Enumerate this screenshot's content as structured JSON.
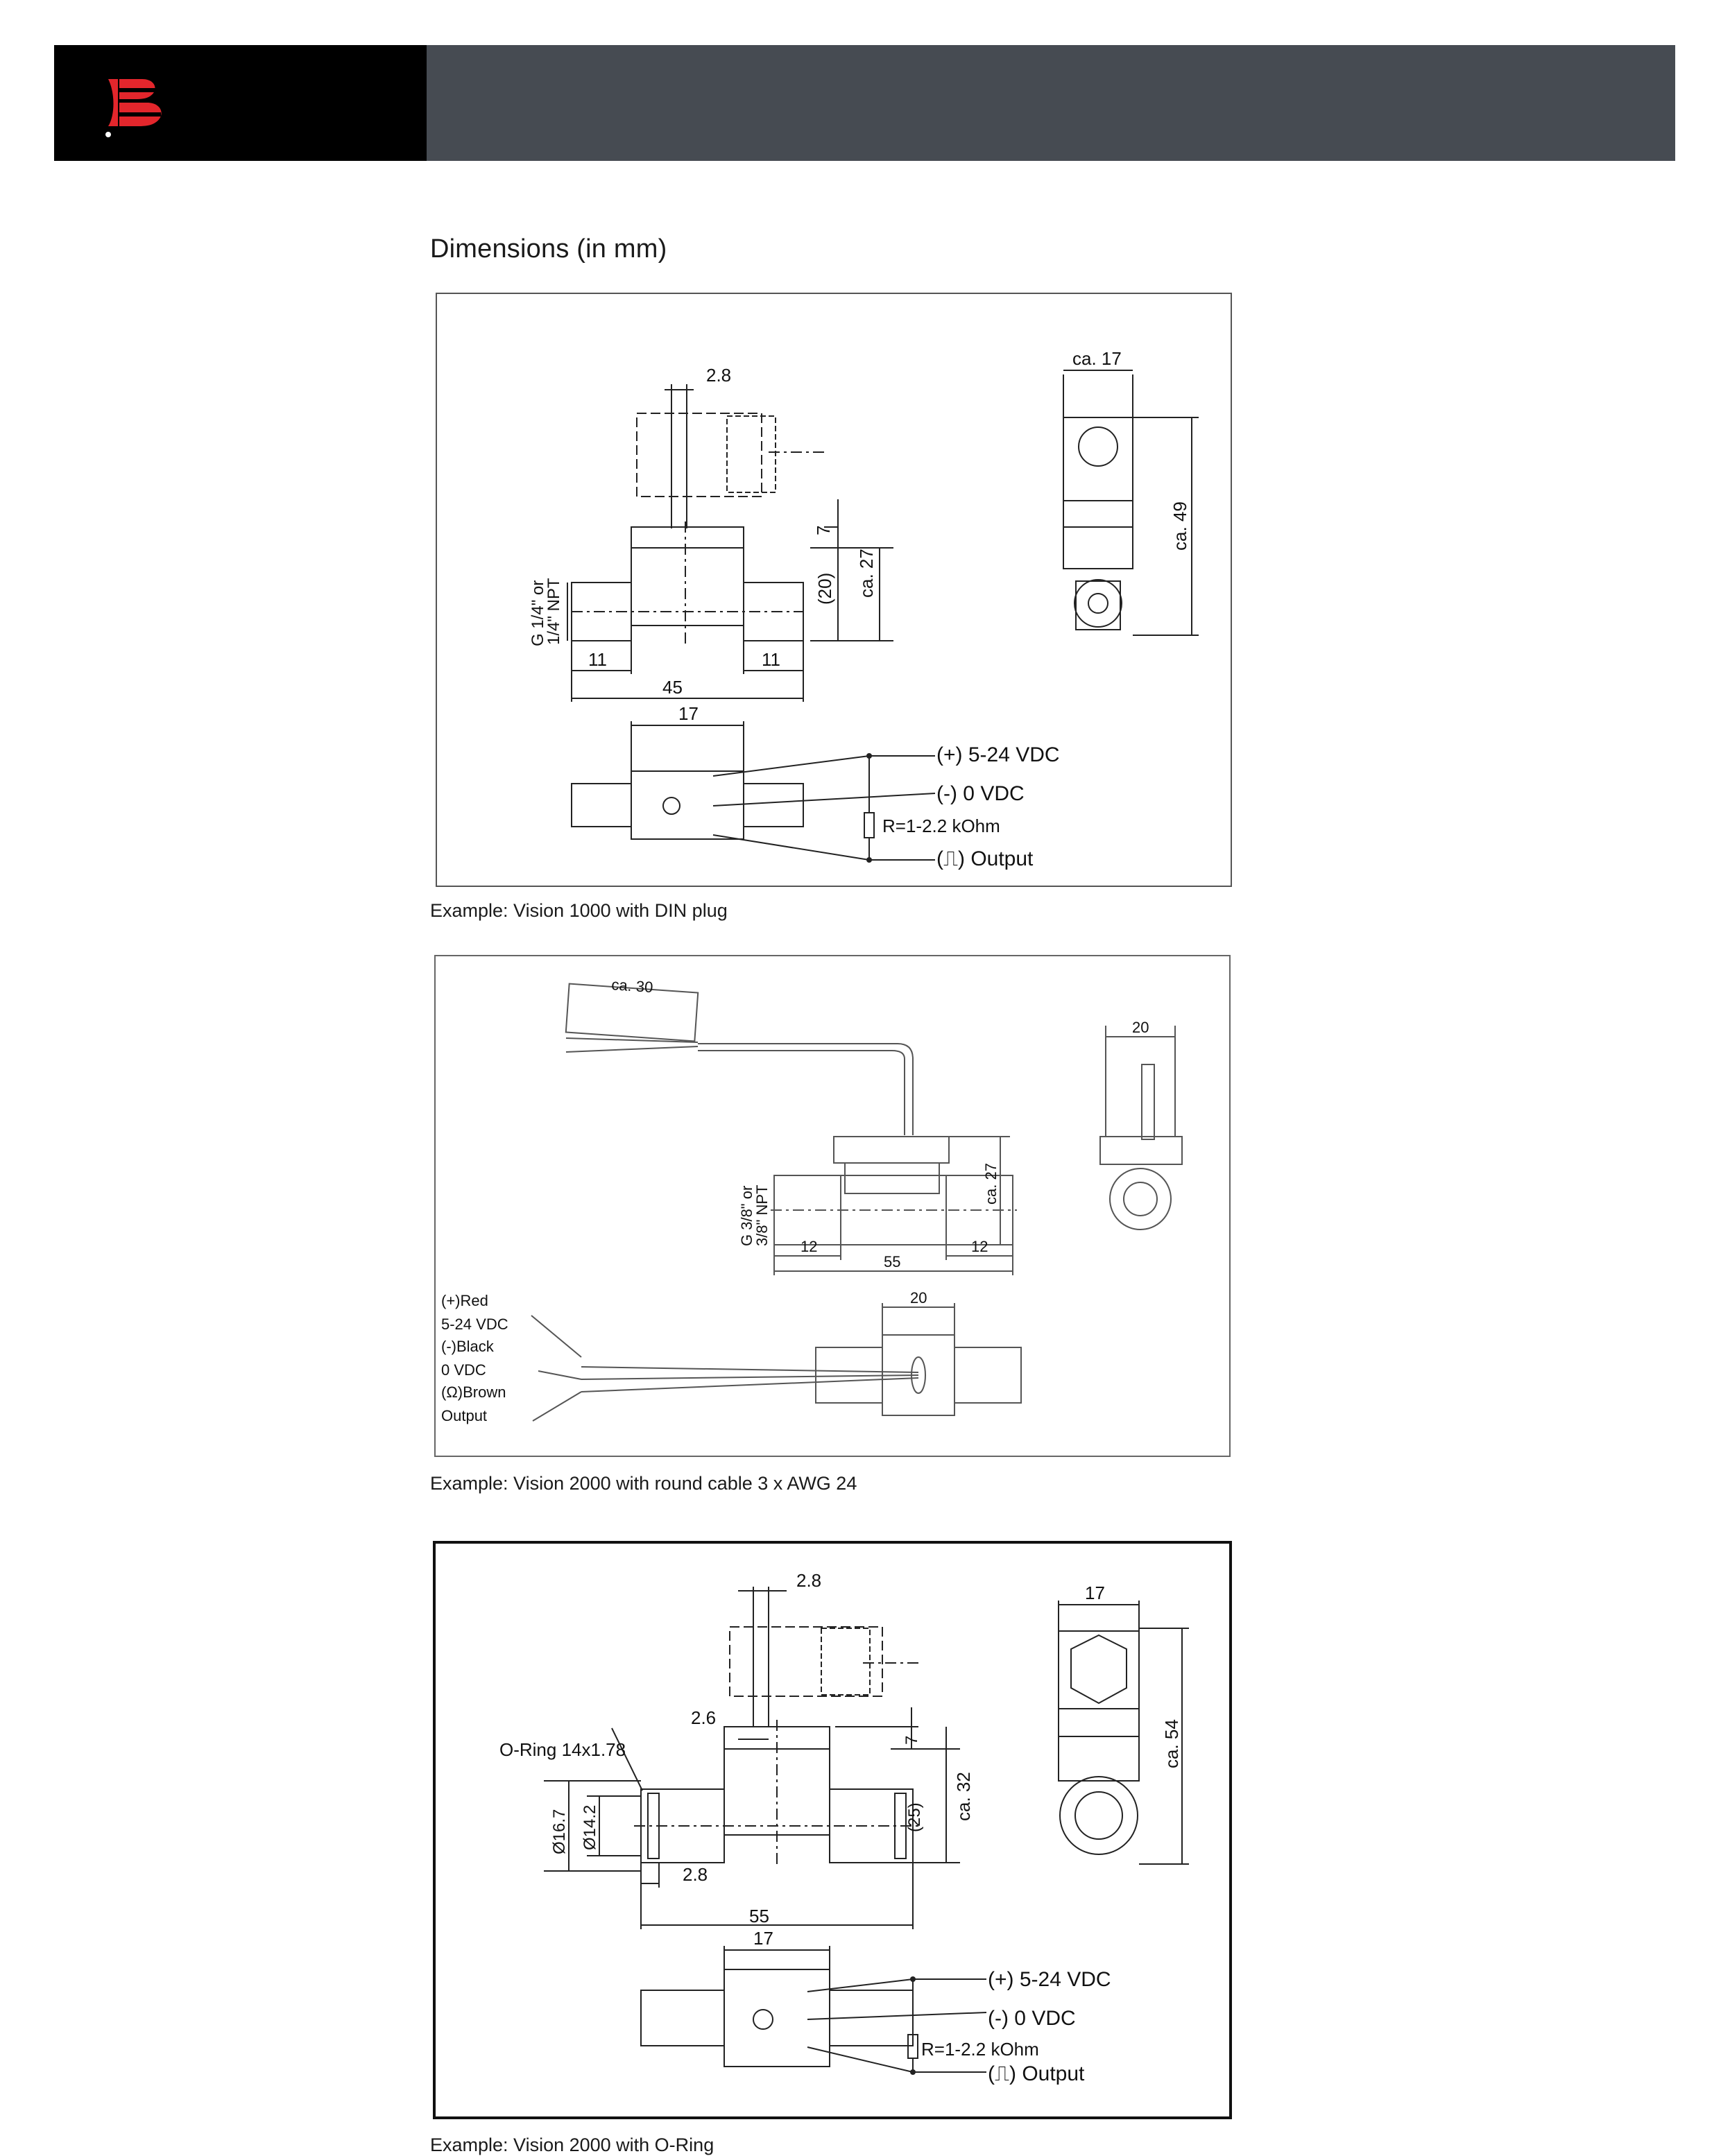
{
  "header": {
    "logo": "bb-logo",
    "brand_color": "#e3262c",
    "bar_color": "#464b52"
  },
  "section_title": "Dimensions (in mm)",
  "figure1": {
    "caption": "Example: Vision 1000 with DIN plug",
    "dims": {
      "d_2_8": "2.8",
      "d_ca17": "ca. 17",
      "d_7": "7",
      "d_20": "(20)",
      "d_ca27": "ca. 27",
      "d_ca49": "ca. 49",
      "thread_1": "G 1/4\" or",
      "thread_2": "1/4\" NPT",
      "d_11a": "11",
      "d_11b": "11",
      "d_45": "45",
      "d_17": "17"
    },
    "wiring": {
      "plus": "(+) 5-24 VDC",
      "minus": "(-)  0 VDC",
      "resistor": "R=1-2.2 kOhm",
      "output": "(⎍) Output"
    }
  },
  "figure2": {
    "caption": "Example: Vision 2000 with round cable 3 x AWG 24",
    "dims": {
      "d_ca30": "ca. 30",
      "d_20_side": "20",
      "d_ca27": "ca. 27",
      "thread_1": "G 3/8\" or",
      "thread_2": "3/8\" NPT",
      "d_12a": "12",
      "d_12b": "12",
      "d_55": "55",
      "d_20_bottom": "20"
    },
    "wires": {
      "l1": "(+)Red",
      "l2": "5-24 VDC",
      "l3": "(-)Black",
      "l4": "0 VDC",
      "l5": "(Ω)Brown",
      "l6": "Output"
    }
  },
  "figure3": {
    "caption": "Example: Vision 2000 with O-Ring",
    "dims": {
      "d_2_8_top": "2.8",
      "d_17_side": "17",
      "d_2_6": "2.6",
      "oring": "O-Ring  14x1.78",
      "d_7": "7",
      "d_25": "(25)",
      "d_ca32": "ca. 32",
      "d_ca54": "ca. 54",
      "d_167": "Ø16.7",
      "d_142": "Ø14.2",
      "d_2_8_bottom": "2.8",
      "d_55": "55",
      "d_17": "17"
    },
    "wiring": {
      "plus": "(+) 5-24 VDC",
      "minus": "(-)  0 VDC",
      "resistor": "R=1-2.2 kOhm",
      "output": "(⎍) Output"
    }
  }
}
